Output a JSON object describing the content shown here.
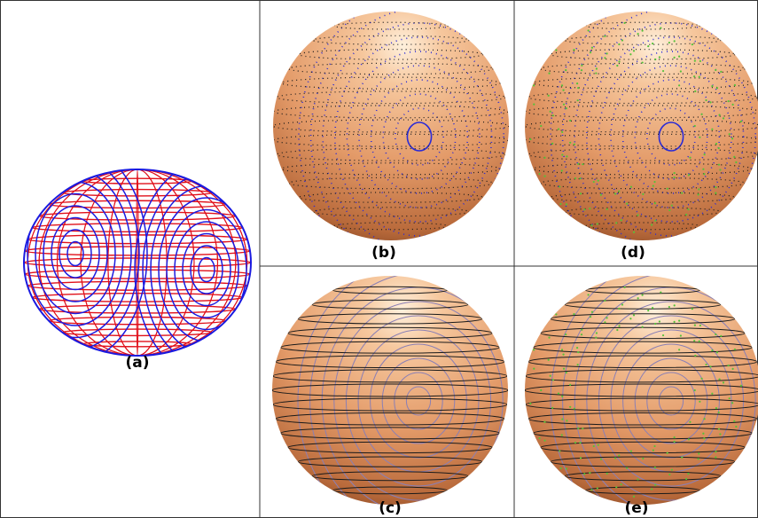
{
  "figure": {
    "panels": [
      {
        "id": "a",
        "label": "(a)",
        "kind": "wireframe-ellipsoid"
      },
      {
        "id": "b",
        "label": "(b)",
        "kind": "shaded-sphere-dotted-contours"
      },
      {
        "id": "c",
        "label": "(c)",
        "kind": "shaded-sphere-lines"
      },
      {
        "id": "d",
        "label": "(d)",
        "kind": "shaded-sphere-dotted-contours-green"
      },
      {
        "id": "e",
        "label": "(e)",
        "kind": "shaded-sphere-lines-green"
      }
    ],
    "colors": {
      "grid_border": "#333333",
      "sphere_light": "#f6c79d",
      "sphere_mid": "#e39a68",
      "sphere_dark": "#8a4a25",
      "contour_blue": "#2b2bd6",
      "wire_red": "#e0101a",
      "wire_blue": "#1a1ae0",
      "latitude_black": "#1a1a1a",
      "dot_green": "#55c23a"
    }
  }
}
